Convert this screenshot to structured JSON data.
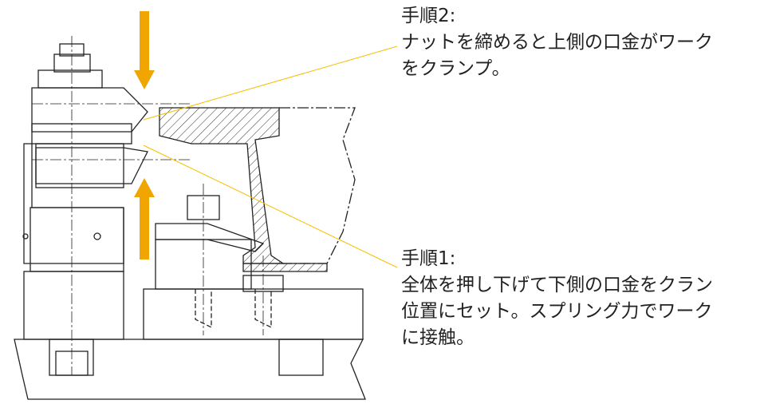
{
  "step2": {
    "title": "手順2:",
    "lines": [
      "ナットを締めると上側の口金がワーク",
      "をクランプ。"
    ]
  },
  "step1": {
    "title": "手順1:",
    "lines": [
      "全体を押し下げて下側の口金をクラン",
      "位置にセット。スプリング力でワーク",
      "に接触。"
    ]
  },
  "colors": {
    "arrow": "#f0a500",
    "leader": "#f5c000",
    "line": "#222222"
  }
}
